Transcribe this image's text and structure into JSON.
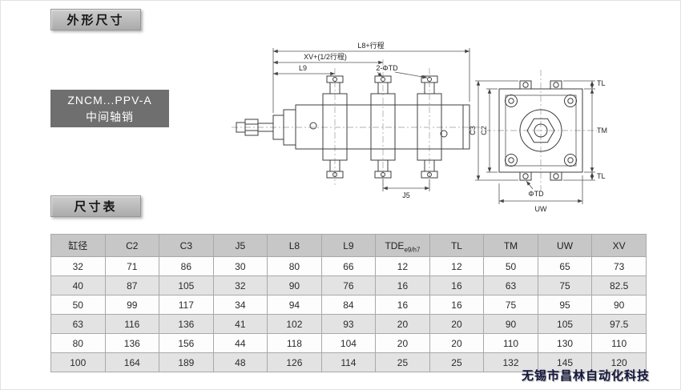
{
  "page": {
    "section_outline_title": "外形尺寸",
    "section_table_title": "尺寸表",
    "watermark": "无锡市昌林自动化科技"
  },
  "product": {
    "model": "ZNCM...PPV-A",
    "mount_type": "中间轴销"
  },
  "drawing": {
    "labels": {
      "l8_stroke": "L8+行程",
      "xv_half_stroke": "XV+(1/2行程)",
      "l9": "L9",
      "td_holes": "2-ΦTD",
      "j5": "J5",
      "c3": "C3",
      "c2": "C2",
      "tl_top": "TL",
      "tm": "TM",
      "tl_bottom": "TL",
      "phi_td": "ΦTD",
      "uw": "UW"
    }
  },
  "table": {
    "headers": [
      {
        "label": "缸径"
      },
      {
        "label": "C2"
      },
      {
        "label": "C3"
      },
      {
        "label": "J5"
      },
      {
        "label": "L8"
      },
      {
        "label": "L9"
      },
      {
        "label": "TDE",
        "sub": "e9/h7"
      },
      {
        "label": "TL"
      },
      {
        "label": "TM"
      },
      {
        "label": "UW"
      },
      {
        "label": "XV"
      }
    ],
    "rows": [
      [
        "32",
        "71",
        "86",
        "30",
        "80",
        "66",
        "12",
        "12",
        "50",
        "65",
        "73"
      ],
      [
        "40",
        "87",
        "105",
        "32",
        "90",
        "76",
        "16",
        "16",
        "63",
        "75",
        "82.5"
      ],
      [
        "50",
        "99",
        "117",
        "34",
        "94",
        "84",
        "16",
        "16",
        "75",
        "95",
        "90"
      ],
      [
        "63",
        "116",
        "136",
        "41",
        "102",
        "93",
        "20",
        "20",
        "90",
        "105",
        "97.5"
      ],
      [
        "80",
        "136",
        "156",
        "44",
        "118",
        "104",
        "20",
        "20",
        "110",
        "130",
        "110"
      ],
      [
        "100",
        "164",
        "189",
        "48",
        "126",
        "114",
        "25",
        "25",
        "132",
        "145",
        "120"
      ]
    ]
  }
}
